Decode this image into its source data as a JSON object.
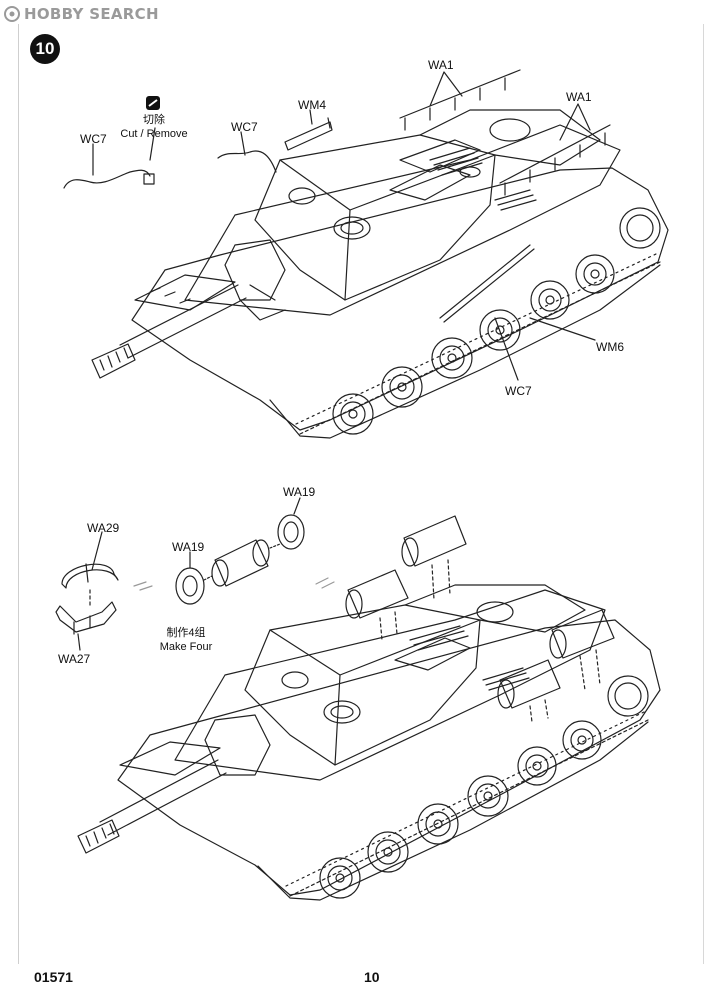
{
  "watermark": {
    "logo": "HOBBY SEARCH",
    "icon": "hobby-search-logo-icon"
  },
  "step": {
    "number": "10"
  },
  "upper": {
    "callouts": {
      "wc7_left": "WC7",
      "wc7_top": "WC7",
      "wm4": "WM4",
      "wa1_left": "WA1",
      "wa1_right": "WA1",
      "wm6": "WM6",
      "wc7_bottom": "WC7"
    },
    "cut_note": {
      "cn": "切除",
      "en": "Cut / Remove",
      "icon": "cut-symbol-icon"
    }
  },
  "lower": {
    "callouts": {
      "wa29": "WA29",
      "wa27": "WA27",
      "wa19_left": "WA19",
      "wa19_right": "WA19"
    },
    "make_note": {
      "cn": "制作4组",
      "en": "Make Four"
    }
  },
  "footer": {
    "code": "01571",
    "page": "10"
  }
}
